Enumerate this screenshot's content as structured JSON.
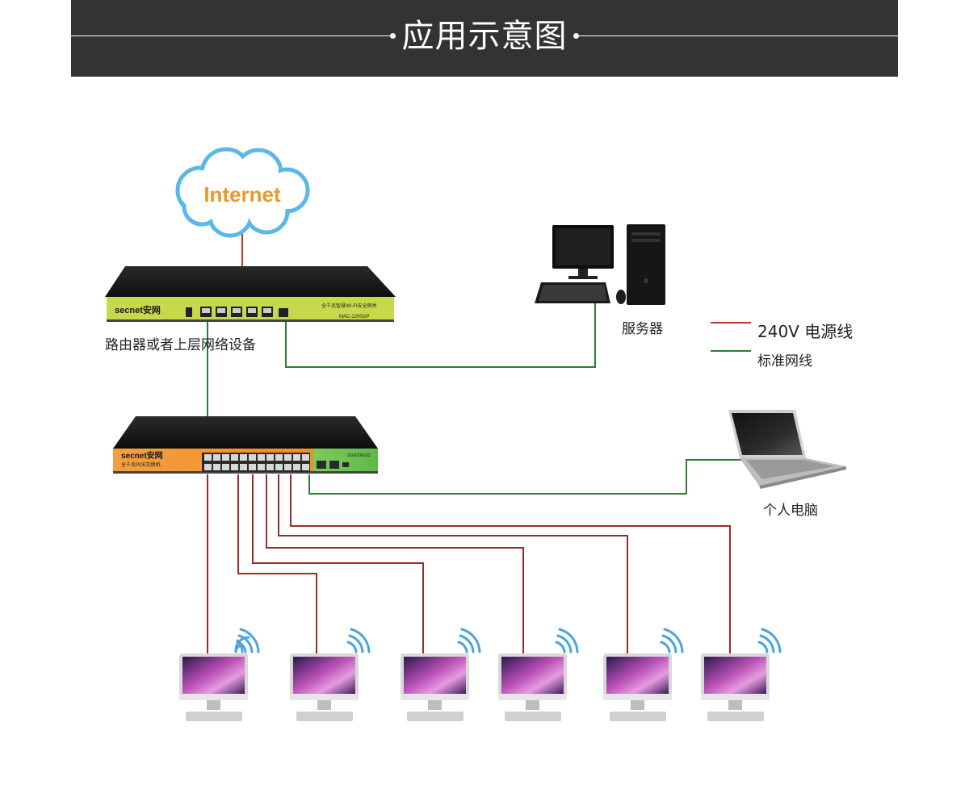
{
  "header": {
    "title": "应用示意图"
  },
  "cloud": {
    "label": "Internet"
  },
  "router": {
    "label": "路由器或者上层网络设备",
    "brand": "secnet安网",
    "caption": "全千兆智慧WI-FI安全网关",
    "model": "MAC-1200GP"
  },
  "switch": {
    "brand": "secnet安网",
    "caption": "全千兆POE交换机",
    "model": "SG9026GS3"
  },
  "server": {
    "label": "服务器"
  },
  "laptop": {
    "label": "个人电脑"
  },
  "legend": {
    "items": [
      {
        "label": "240V 电源线",
        "color": "#c0302a"
      },
      {
        "label": "标准网线",
        "color": "#2e7d32"
      }
    ]
  },
  "colors": {
    "header_bg": "#333333",
    "power_line": "#c0302a",
    "network_line": "#2e7d32",
    "cloud": "#5ab7e6",
    "router_panel": "#c6d94a",
    "switch_panel": "#f08a24"
  },
  "icons": [
    "cloud-icon",
    "router-device",
    "switch-device",
    "server-icon",
    "laptop-icon",
    "monitor-icon",
    "wifi-icon"
  ]
}
